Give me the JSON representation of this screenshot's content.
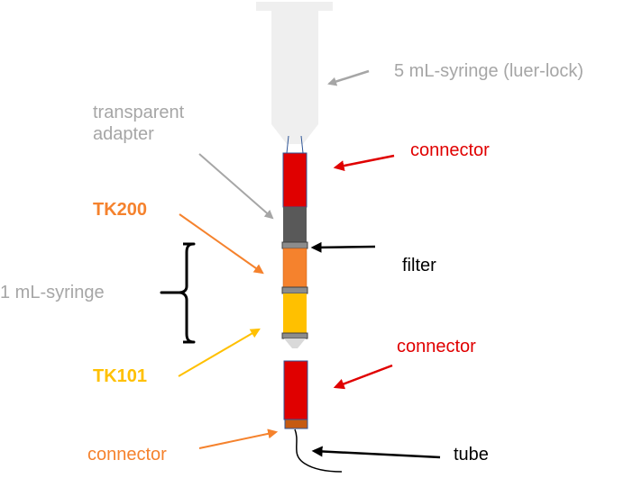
{
  "colors": {
    "syringe_body": "#efefef",
    "gray_text": "#a6a6a6",
    "red": "#e00000",
    "orange": "#f5822d",
    "yellow": "#ffc000",
    "dark_gray_block": "#595959",
    "filter_disc": "#8c8c8c",
    "black": "#000000",
    "blue_outline": "#2f5597"
  },
  "labels": {
    "syringe_5ml": "5 mL-syringe (luer-lock)",
    "transparent_adapter_line1": "transparent",
    "transparent_adapter_line2": "adapter",
    "connector_top": "connector",
    "tk200": "TK200",
    "filter": "filter",
    "syringe_1ml": "1 mL-syringe",
    "connector_middle": "connector",
    "tk101": "TK101",
    "connector_bottom": "connector",
    "tube": "tube"
  }
}
